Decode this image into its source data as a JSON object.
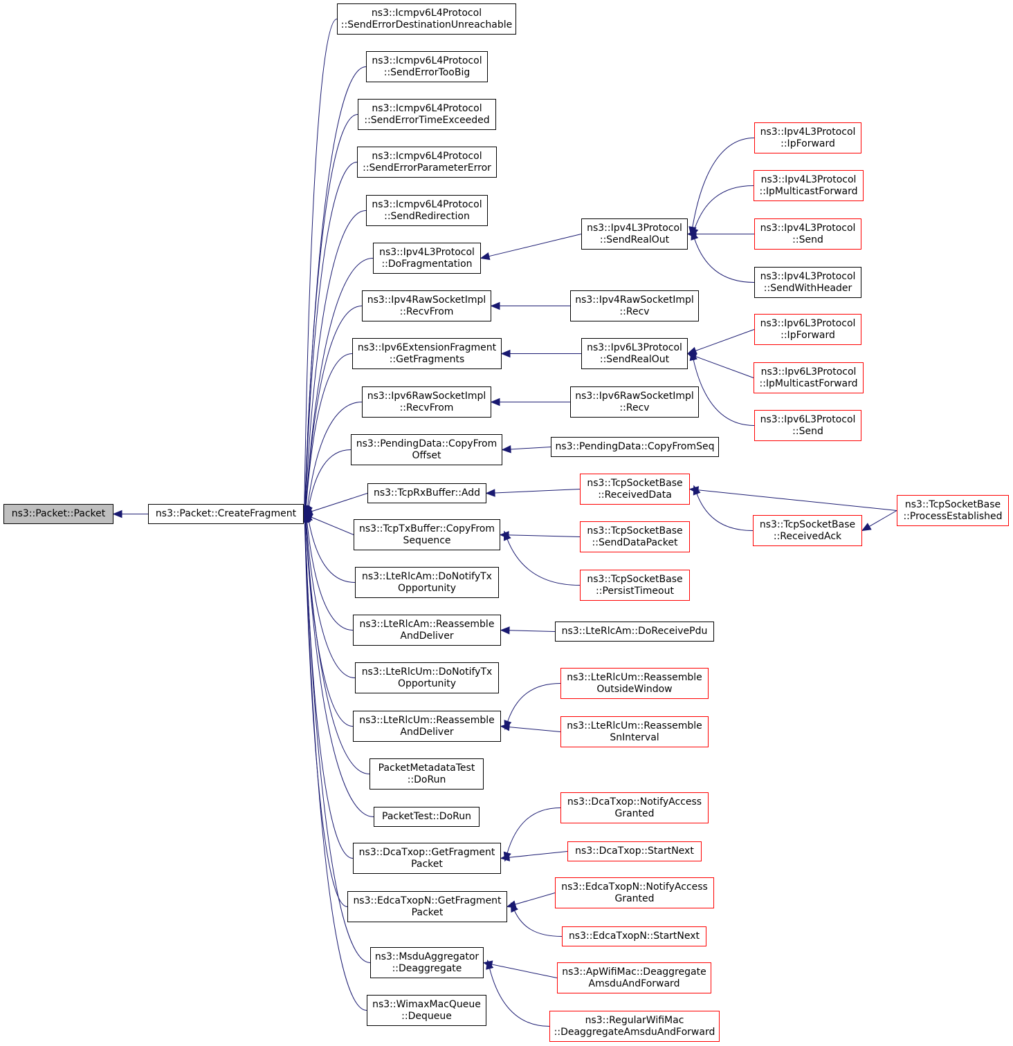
{
  "colors": {
    "edge": "#191970",
    "node_border": "#000000",
    "node_border_truncated": "#ff0000",
    "root_fill": "#bfbfbf"
  },
  "nodes": [
    {
      "id": "root",
      "lines": [
        "ns3::Packet::Packet"
      ],
      "kind": "root"
    },
    {
      "id": "cf",
      "lines": [
        "ns3::Packet::CreateFragment"
      ],
      "kind": "normal"
    },
    {
      "id": "i1",
      "lines": [
        "ns3::Icmpv6L4Protocol",
        "::SendErrorDestinationUnreachable"
      ],
      "kind": "normal"
    },
    {
      "id": "i2",
      "lines": [
        "ns3::Icmpv6L4Protocol",
        "::SendErrorTooBig"
      ],
      "kind": "normal"
    },
    {
      "id": "i3",
      "lines": [
        "ns3::Icmpv6L4Protocol",
        "::SendErrorTimeExceeded"
      ],
      "kind": "normal"
    },
    {
      "id": "i4",
      "lines": [
        "ns3::Icmpv6L4Protocol",
        "::SendErrorParameterError"
      ],
      "kind": "normal"
    },
    {
      "id": "i5",
      "lines": [
        "ns3::Icmpv6L4Protocol",
        "::SendRedirection"
      ],
      "kind": "normal"
    },
    {
      "id": "df",
      "lines": [
        "ns3::Ipv4L3Protocol",
        "::DoFragmentation"
      ],
      "kind": "normal"
    },
    {
      "id": "r4rf",
      "lines": [
        "ns3::Ipv4RawSocketImpl",
        "::RecvFrom"
      ],
      "kind": "normal"
    },
    {
      "id": "gf",
      "lines": [
        "ns3::Ipv6ExtensionFragment",
        "::GetFragments"
      ],
      "kind": "normal"
    },
    {
      "id": "r6rf",
      "lines": [
        "ns3::Ipv6RawSocketImpl",
        "::RecvFrom"
      ],
      "kind": "normal"
    },
    {
      "id": "pdo",
      "lines": [
        "ns3::PendingData::CopyFrom",
        "Offset"
      ],
      "kind": "normal"
    },
    {
      "id": "rxadd",
      "lines": [
        "ns3::TcpRxBuffer::Add"
      ],
      "kind": "normal"
    },
    {
      "id": "txcopy",
      "lines": [
        "ns3::TcpTxBuffer::CopyFrom",
        "Sequence"
      ],
      "kind": "normal"
    },
    {
      "id": "amtx",
      "lines": [
        "ns3::LteRlcAm::DoNotifyTx",
        "Opportunity"
      ],
      "kind": "normal"
    },
    {
      "id": "amrd",
      "lines": [
        "ns3::LteRlcAm::Reassemble",
        "AndDeliver"
      ],
      "kind": "normal"
    },
    {
      "id": "umtx",
      "lines": [
        "ns3::LteRlcUm::DoNotifyTx",
        "Opportunity"
      ],
      "kind": "normal"
    },
    {
      "id": "umrd",
      "lines": [
        "ns3::LteRlcUm::Reassemble",
        "AndDeliver"
      ],
      "kind": "normal"
    },
    {
      "id": "pmt",
      "lines": [
        "PacketMetadataTest",
        "::DoRun"
      ],
      "kind": "normal"
    },
    {
      "id": "pt",
      "lines": [
        "PacketTest::DoRun"
      ],
      "kind": "normal"
    },
    {
      "id": "dcagf",
      "lines": [
        "ns3::DcaTxop::GetFragment",
        "Packet"
      ],
      "kind": "normal"
    },
    {
      "id": "edgf",
      "lines": [
        "ns3::EdcaTxopN::GetFragment",
        "Packet"
      ],
      "kind": "normal"
    },
    {
      "id": "msdu",
      "lines": [
        "ns3::MsduAggregator",
        "::Deaggregate"
      ],
      "kind": "normal"
    },
    {
      "id": "wmq",
      "lines": [
        "ns3::WimaxMacQueue",
        "::Dequeue"
      ],
      "kind": "normal"
    },
    {
      "id": "v4sro",
      "lines": [
        "ns3::Ipv4L3Protocol",
        "::SendRealOut"
      ],
      "kind": "normal"
    },
    {
      "id": "r4recv",
      "lines": [
        "ns3::Ipv4RawSocketImpl",
        "::Recv"
      ],
      "kind": "normal"
    },
    {
      "id": "v6sro",
      "lines": [
        "ns3::Ipv6L3Protocol",
        "::SendRealOut"
      ],
      "kind": "normal"
    },
    {
      "id": "r6recv",
      "lines": [
        "ns3::Ipv6RawSocketImpl",
        "::Recv"
      ],
      "kind": "normal"
    },
    {
      "id": "pdseq",
      "lines": [
        "ns3::PendingData::CopyFromSeq"
      ],
      "kind": "normal"
    },
    {
      "id": "tsrd",
      "lines": [
        "ns3::TcpSocketBase",
        "::ReceivedData"
      ],
      "kind": "red"
    },
    {
      "id": "tssdp",
      "lines": [
        "ns3::TcpSocketBase",
        "::SendDataPacket"
      ],
      "kind": "red"
    },
    {
      "id": "tspt",
      "lines": [
        "ns3::TcpSocketBase",
        "::PersistTimeout"
      ],
      "kind": "red"
    },
    {
      "id": "amrp",
      "lines": [
        "ns3::LteRlcAm::DoReceivePdu"
      ],
      "kind": "normal"
    },
    {
      "id": "umow",
      "lines": [
        "ns3::LteRlcUm::Reassemble",
        "OutsideWindow"
      ],
      "kind": "red"
    },
    {
      "id": "umsn",
      "lines": [
        "ns3::LteRlcUm::Reassemble",
        "SnInterval"
      ],
      "kind": "red"
    },
    {
      "id": "dcana",
      "lines": [
        "ns3::DcaTxop::NotifyAccess",
        "Granted"
      ],
      "kind": "red"
    },
    {
      "id": "dcasn",
      "lines": [
        "ns3::DcaTxop::StartNext"
      ],
      "kind": "red"
    },
    {
      "id": "edna",
      "lines": [
        "ns3::EdcaTxopN::NotifyAccess",
        "Granted"
      ],
      "kind": "red"
    },
    {
      "id": "edsn",
      "lines": [
        "ns3::EdcaTxopN::StartNext"
      ],
      "kind": "red"
    },
    {
      "id": "apda",
      "lines": [
        "ns3::ApWifiMac::Deaggregate",
        "AmsduAndForward"
      ],
      "kind": "red"
    },
    {
      "id": "rwda",
      "lines": [
        "ns3::RegularWifiMac",
        "::DeaggregateAmsduAndForward"
      ],
      "kind": "red"
    },
    {
      "id": "v4ipf",
      "lines": [
        "ns3::Ipv4L3Protocol",
        "::IpForward"
      ],
      "kind": "red"
    },
    {
      "id": "v4ipmf",
      "lines": [
        "ns3::Ipv4L3Protocol",
        "::IpMulticastForward"
      ],
      "kind": "red"
    },
    {
      "id": "v4send",
      "lines": [
        "ns3::Ipv4L3Protocol",
        "::Send"
      ],
      "kind": "red"
    },
    {
      "id": "v4swh",
      "lines": [
        "ns3::Ipv4L3Protocol",
        "::SendWithHeader"
      ],
      "kind": "normal"
    },
    {
      "id": "v6ipf",
      "lines": [
        "ns3::Ipv6L3Protocol",
        "::IpForward"
      ],
      "kind": "red"
    },
    {
      "id": "v6ipmf",
      "lines": [
        "ns3::Ipv6L3Protocol",
        "::IpMulticastForward"
      ],
      "kind": "red"
    },
    {
      "id": "v6send",
      "lines": [
        "ns3::Ipv6L3Protocol",
        "::Send"
      ],
      "kind": "red"
    },
    {
      "id": "tsra",
      "lines": [
        "ns3::TcpSocketBase",
        "::ReceivedAck"
      ],
      "kind": "red"
    },
    {
      "id": "tspe",
      "lines": [
        "ns3::TcpSocketBase",
        "::ProcessEstablished"
      ],
      "kind": "red"
    }
  ],
  "edges": [
    [
      "cf",
      "root"
    ],
    [
      "i1",
      "cf"
    ],
    [
      "i2",
      "cf"
    ],
    [
      "i3",
      "cf"
    ],
    [
      "i4",
      "cf"
    ],
    [
      "i5",
      "cf"
    ],
    [
      "df",
      "cf"
    ],
    [
      "r4rf",
      "cf"
    ],
    [
      "gf",
      "cf"
    ],
    [
      "r6rf",
      "cf"
    ],
    [
      "pdo",
      "cf"
    ],
    [
      "rxadd",
      "cf"
    ],
    [
      "txcopy",
      "cf"
    ],
    [
      "amtx",
      "cf"
    ],
    [
      "amrd",
      "cf"
    ],
    [
      "umtx",
      "cf"
    ],
    [
      "umrd",
      "cf"
    ],
    [
      "pmt",
      "cf"
    ],
    [
      "pt",
      "cf"
    ],
    [
      "dcagf",
      "cf"
    ],
    [
      "edgf",
      "cf"
    ],
    [
      "msdu",
      "cf"
    ],
    [
      "wmq",
      "cf"
    ],
    [
      "v4sro",
      "df"
    ],
    [
      "r4recv",
      "r4rf"
    ],
    [
      "v6sro",
      "gf"
    ],
    [
      "r6recv",
      "r6rf"
    ],
    [
      "pdseq",
      "pdo"
    ],
    [
      "tsrd",
      "rxadd"
    ],
    [
      "tssdp",
      "txcopy"
    ],
    [
      "tspt",
      "txcopy"
    ],
    [
      "amrp",
      "amrd"
    ],
    [
      "umow",
      "umrd"
    ],
    [
      "umsn",
      "umrd"
    ],
    [
      "dcana",
      "dcagf"
    ],
    [
      "dcasn",
      "dcagf"
    ],
    [
      "edna",
      "edgf"
    ],
    [
      "edsn",
      "edgf"
    ],
    [
      "apda",
      "msdu"
    ],
    [
      "rwda",
      "msdu"
    ],
    [
      "v4ipf",
      "v4sro"
    ],
    [
      "v4ipmf",
      "v4sro"
    ],
    [
      "v4send",
      "v4sro"
    ],
    [
      "v4swh",
      "v4sro"
    ],
    [
      "v6ipf",
      "v6sro"
    ],
    [
      "v6ipmf",
      "v6sro"
    ],
    [
      "v6send",
      "v6sro"
    ],
    [
      "tsra",
      "tsrd"
    ],
    [
      "tspe",
      "tsrd"
    ],
    [
      "tspe",
      "tsra"
    ]
  ]
}
